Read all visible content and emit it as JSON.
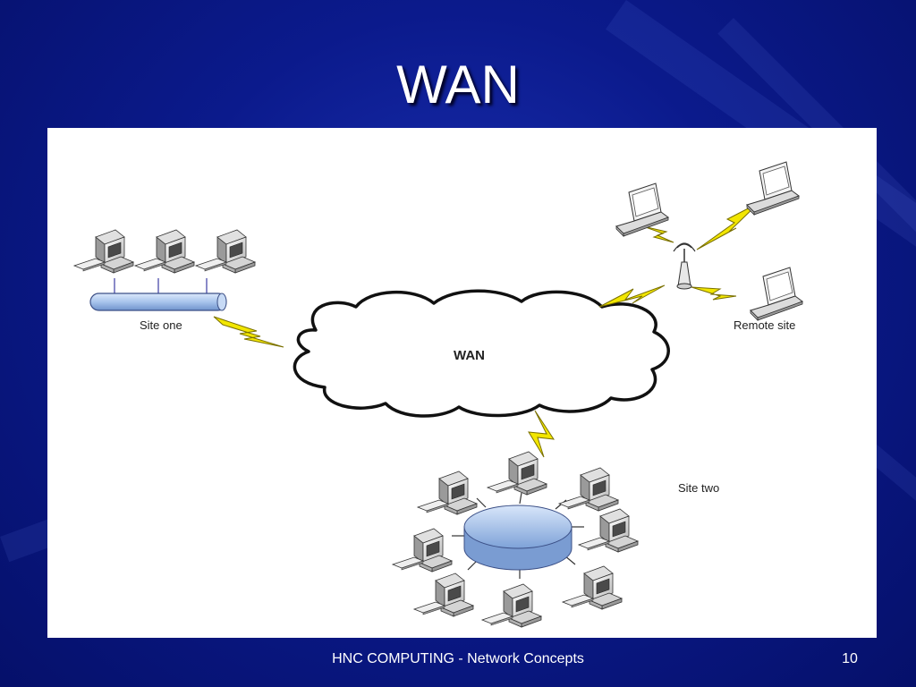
{
  "slide": {
    "title": "WAN",
    "footer": "HNC COMPUTING - Network Concepts",
    "page_number": "10"
  },
  "diagram": {
    "cloud_label": "WAN",
    "site_one_label": "Site one",
    "remote_site_label": "Remote site",
    "site_two_label": "Site two"
  },
  "colors": {
    "background": "#0b1a8c",
    "title": "#ffffff",
    "lightning": "#f2e600",
    "backbone": "#a8c4ec",
    "hub": "#8fb0e0"
  }
}
